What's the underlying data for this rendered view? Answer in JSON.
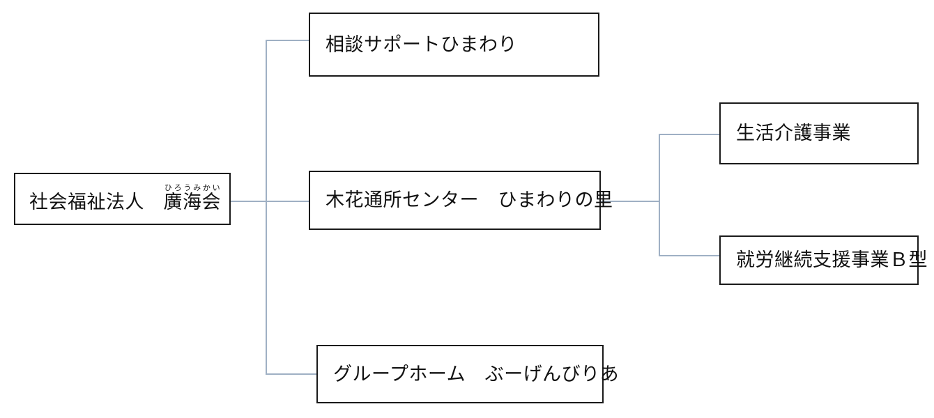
{
  "diagram": {
    "type": "organization-chart",
    "orientation": "left-to-right",
    "line_color": "#9fb0c4",
    "box_border_color": "#1a1a1a",
    "text_color": "#111111",
    "background": "#ffffff",
    "nodes": {
      "root": {
        "id": "root",
        "label_part1": "社会福祉法人　",
        "label_part2": "廣海会",
        "ruby": "ひろうみかい",
        "full_label": "社会福祉法人　廣海会"
      },
      "child_top": {
        "id": "child-top",
        "label": "相談サポートひまわり"
      },
      "child_middle": {
        "id": "child-middle",
        "label": "木花通所センター　ひまわりの里"
      },
      "child_bottom": {
        "id": "child-bottom",
        "label": "グループホーム　ぶーげんびりあ"
      },
      "grandchild_top": {
        "id": "grandchild-top",
        "label": "生活介護事業"
      },
      "grandchild_bottom": {
        "id": "grandchild-bottom",
        "label": "就労継続支援事業Ｂ型"
      }
    }
  }
}
